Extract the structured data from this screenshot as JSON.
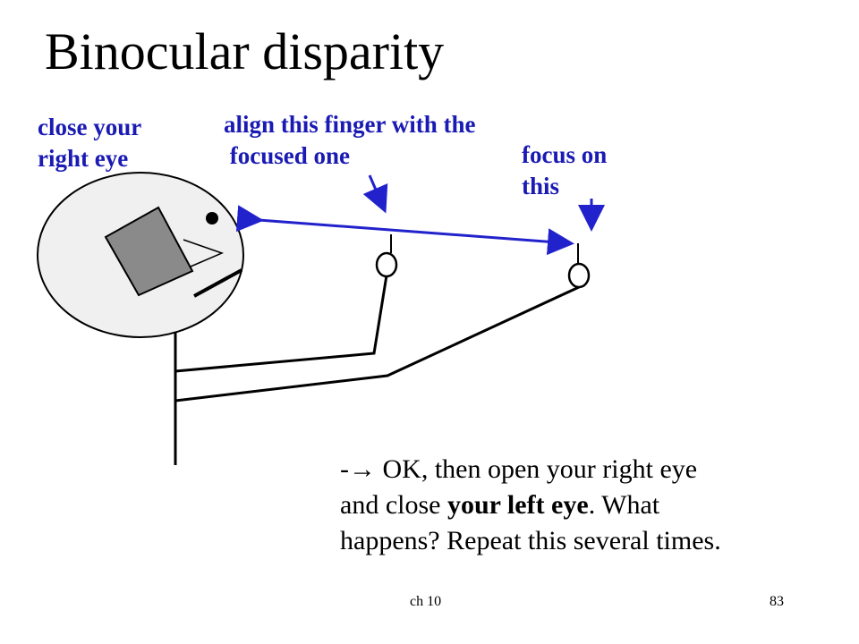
{
  "slide": {
    "title": "Binocular disparity",
    "labels": {
      "close_eye": [
        "close your",
        "right eye"
      ],
      "align_finger": [
        "align this finger with the",
        " focused one"
      ],
      "focus_on": [
        "focus on",
        "this"
      ]
    },
    "body": {
      "line1_prefix": "-",
      "arrow_glyph": "→",
      "line1_rest": " OK, then open your right eye",
      "line2_before": "and close ",
      "line2_bold": "your left eye",
      "line2_after": ". What",
      "line3": "happens? Repeat this several times."
    },
    "footer": {
      "chapter": "ch 10",
      "page_number": "83"
    }
  },
  "colors": {
    "label_blue": "#1a1ab4",
    "line_blue": "#2222cc",
    "head_fill": "#f0f0f0",
    "square_fill": "#8a8a8a"
  }
}
